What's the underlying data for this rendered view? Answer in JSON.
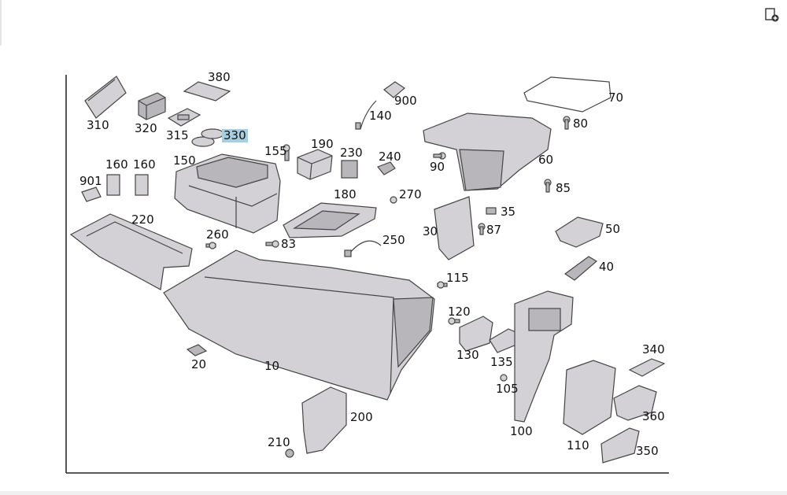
{
  "toolbar": {
    "icon": "document-add-icon"
  },
  "parts": [
    {
      "id": "310",
      "label": "310"
    },
    {
      "id": "320",
      "label": "320"
    },
    {
      "id": "315",
      "label": "315"
    },
    {
      "id": "380",
      "label": "380"
    },
    {
      "id": "330",
      "label": "330",
      "highlighted": true
    },
    {
      "id": "150",
      "label": "150"
    },
    {
      "id": "155",
      "label": "155"
    },
    {
      "id": "190",
      "label": "190"
    },
    {
      "id": "230",
      "label": "230"
    },
    {
      "id": "240",
      "label": "240"
    },
    {
      "id": "140",
      "label": "140"
    },
    {
      "id": "900",
      "label": "900"
    },
    {
      "id": "70",
      "label": "70"
    },
    {
      "id": "80",
      "label": "80"
    },
    {
      "id": "90",
      "label": "90"
    },
    {
      "id": "60",
      "label": "60"
    },
    {
      "id": "85",
      "label": "85"
    },
    {
      "id": "901",
      "label": "901"
    },
    {
      "id": "160a",
      "label": "160"
    },
    {
      "id": "160b",
      "label": "160"
    },
    {
      "id": "220",
      "label": "220"
    },
    {
      "id": "180",
      "label": "180"
    },
    {
      "id": "270",
      "label": "270"
    },
    {
      "id": "35",
      "label": "35"
    },
    {
      "id": "30",
      "label": "30"
    },
    {
      "id": "87",
      "label": "87"
    },
    {
      "id": "260",
      "label": "260"
    },
    {
      "id": "83",
      "label": "83"
    },
    {
      "id": "250",
      "label": "250"
    },
    {
      "id": "50",
      "label": "50"
    },
    {
      "id": "40",
      "label": "40"
    },
    {
      "id": "115",
      "label": "115"
    },
    {
      "id": "120",
      "label": "120"
    },
    {
      "id": "130",
      "label": "130"
    },
    {
      "id": "135",
      "label": "135"
    },
    {
      "id": "340",
      "label": "340"
    },
    {
      "id": "20",
      "label": "20"
    },
    {
      "id": "10",
      "label": "10"
    },
    {
      "id": "105",
      "label": "105"
    },
    {
      "id": "360",
      "label": "360"
    },
    {
      "id": "200",
      "label": "200"
    },
    {
      "id": "210",
      "label": "210"
    },
    {
      "id": "100",
      "label": "100"
    },
    {
      "id": "110",
      "label": "110"
    },
    {
      "id": "350",
      "label": "350"
    }
  ]
}
